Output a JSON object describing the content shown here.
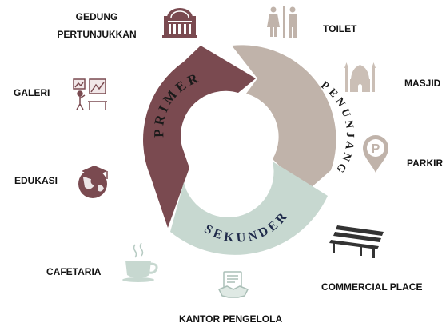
{
  "diagram": {
    "segments": {
      "primer": {
        "label": "PRIMER",
        "color": "#7a4a50"
      },
      "penunjang": {
        "label": "PENUNJANG",
        "color": "#c0b3aa"
      },
      "sekunder": {
        "label": "SEKUNDER",
        "color": "#c7d8d0"
      }
    },
    "facilities": {
      "gedung_line1": "GEDUNG",
      "gedung_line2": "PERTUNJUKKAN",
      "toilet": "TOILET",
      "masjid": "MASJID",
      "parkir": "PARKIR",
      "commercial": "COMMERCIAL PLACE",
      "kantor": "KANTOR PENGELOLA",
      "cafetaria": "CAFETARIA",
      "edukasi": "EDUKASI",
      "galeri": "GALERI"
    },
    "icons": {
      "gedung": "theater-building-icon",
      "toilet": "restroom-icon",
      "masjid": "mosque-icon",
      "parkir": "parking-pin-icon",
      "commercial": "park-bench-icon",
      "kantor": "office-handshake-icon",
      "cafetaria": "coffee-cup-icon",
      "edukasi": "graduation-globe-icon",
      "galeri": "gallery-icon"
    }
  }
}
